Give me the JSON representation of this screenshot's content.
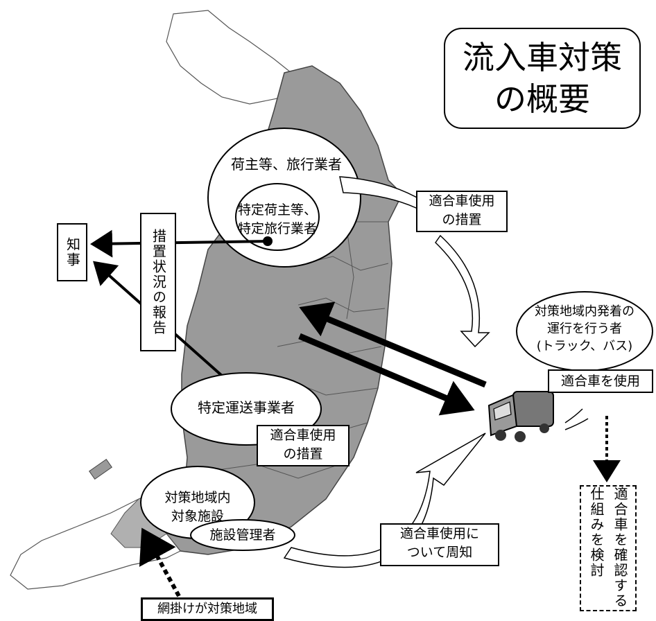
{
  "title": {
    "line1": "流入車対策",
    "line2": "の概要"
  },
  "nodes": {
    "shippers": "荷主等、旅行業者",
    "specific_shippers": {
      "line1": "特定荷主等、",
      "line2": "特定旅行業者"
    },
    "measures_top": {
      "line1": "適合車使用",
      "line2": "の措置"
    },
    "governor": "知事",
    "report": "措置状況の報告",
    "operators": {
      "line1": "対策地域内発着の",
      "line2": "運行を行う者",
      "line3": "(トラック、バス)"
    },
    "use_compliant": "適合車を使用",
    "specific_carrier": "特定運送事業者",
    "measures_mid": {
      "line1": "適合車使用",
      "line2": "の措置"
    },
    "facility": {
      "line1": "対策地域内",
      "line2": "対象施設"
    },
    "facility_manager": "施設管理者",
    "notice": {
      "line1": "適合車使用に",
      "line2": "ついて周知"
    },
    "verify": "適合車を確認する仕組みを検討",
    "legend": "網掛けが対策地域"
  },
  "colors": {
    "region_fill": "#9a9a9a",
    "outside_fill": "#ffffff",
    "arrow": "#000000"
  }
}
